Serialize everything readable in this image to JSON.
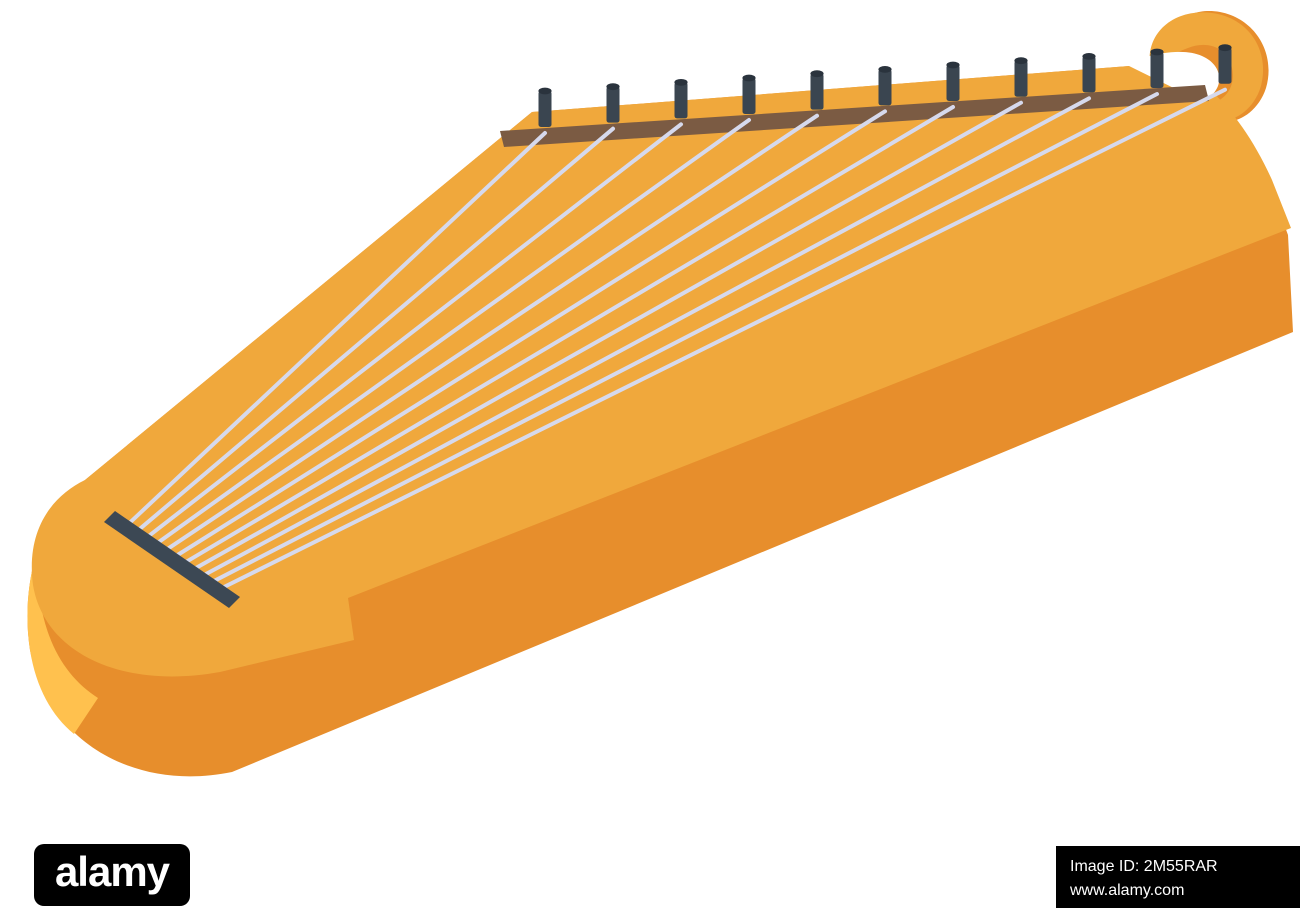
{
  "watermark": {
    "logo_text": "alamy",
    "image_id_label": "Image ID: 2M55RAR",
    "website": "www.alamy.com"
  },
  "illustration": {
    "name": "kantele-isometric-icon",
    "string_count": 11,
    "peg_count": 11,
    "colors": {
      "background": "#FFFFFF",
      "body_top": "#F0A83C",
      "body_front": "#E78E2C",
      "body_light": "#FFC14E",
      "strip": "#7B5B43",
      "peg": "#3A4550",
      "peg_top": "#2A333D",
      "string": "#D6D9EC",
      "bridge": "#3C4854"
    }
  }
}
